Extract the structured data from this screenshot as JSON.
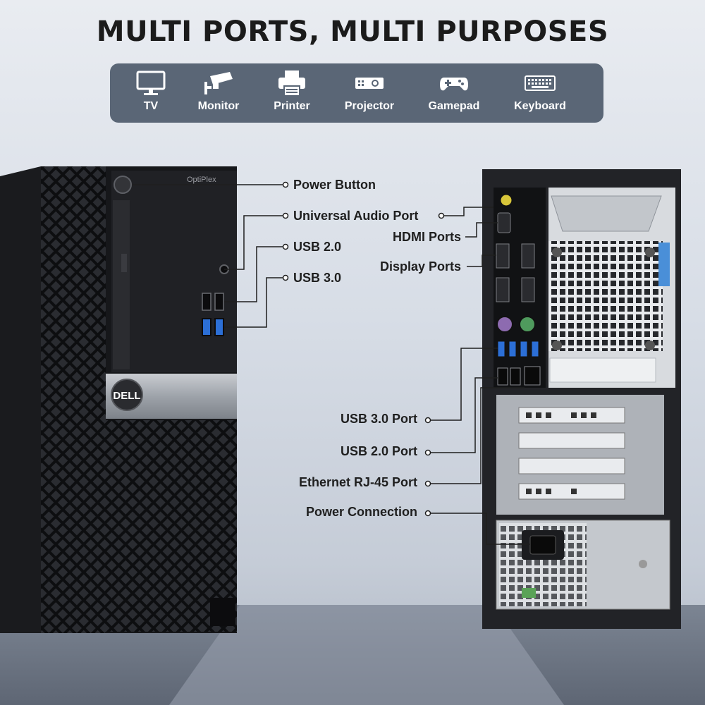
{
  "title": "MULTI PORTS, MULTI PURPOSES",
  "devices": [
    {
      "label": "TV",
      "icon": "tv-icon"
    },
    {
      "label": "Monitor",
      "icon": "cctv-camera-icon"
    },
    {
      "label": "Printer",
      "icon": "printer-icon"
    },
    {
      "label": "Projector",
      "icon": "projector-icon"
    },
    {
      "label": "Gamepad",
      "icon": "gamepad-icon"
    },
    {
      "label": "Keyboard",
      "icon": "keyboard-icon"
    }
  ],
  "front": {
    "model_label": "OptiPlex",
    "brand": "DELL",
    "callouts": {
      "power_button": "Power Button",
      "audio_port": "Universal Audio Port",
      "usb2": "USB 2.0",
      "usb3": "USB 3.0"
    }
  },
  "rear": {
    "callouts": {
      "hdmi": "HDMI Ports",
      "display_ports": "Display Ports",
      "usb3_port": "USB 3.0 Port",
      "usb2_port": "USB 2.0 Port",
      "ethernet": "Ethernet RJ-45 Port",
      "power_connection": "Power Connection"
    }
  },
  "colors": {
    "bar": "#5a6676",
    "case": "#1c1d20",
    "usb3_blue": "#2c6fd6",
    "latch_blue": "#4a8fd8",
    "ps2_purple": "#8d6bb0",
    "ps2_green": "#4f9a5d"
  }
}
